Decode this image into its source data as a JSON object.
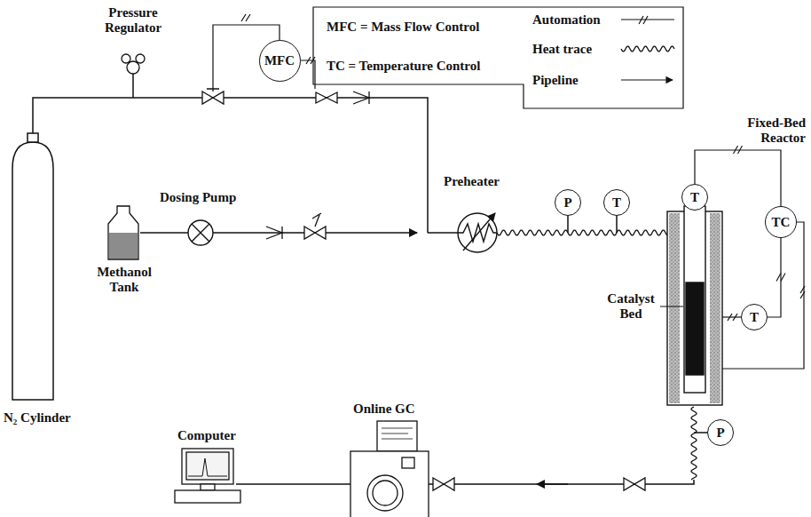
{
  "diagram": {
    "nodes": [
      {
        "text": [
          "MFC"
        ]
      },
      {
        "text": [
          "P"
        ]
      },
      {
        "text": [
          "T"
        ]
      },
      {
        "text": [
          "T"
        ]
      },
      {
        "text": [
          "TC"
        ]
      },
      {
        "text": [
          "T"
        ]
      },
      {
        "text": [
          "P"
        ]
      }
    ],
    "edges": [
      {
        "from": 3,
        "to": 4,
        "arrow": "none"
      },
      {
        "from": 5,
        "to": 4,
        "arrow": "none"
      }
    ],
    "labels": [
      "Pressure Regulator",
      "MFC = Mass Flow Control",
      "TC = Temperature Control",
      "Fixed-Bed Reactor",
      "Preheater",
      "Dosing Pump",
      "N₂ Cylinder",
      "Methanol Tank",
      "Catalyst Bed",
      "Online GC",
      "Computer"
    ],
    "legend": [
      {
        "text": "Automation"
      },
      {
        "text": "Heat trace"
      },
      {
        "text": "Pipeline"
      }
    ]
  }
}
